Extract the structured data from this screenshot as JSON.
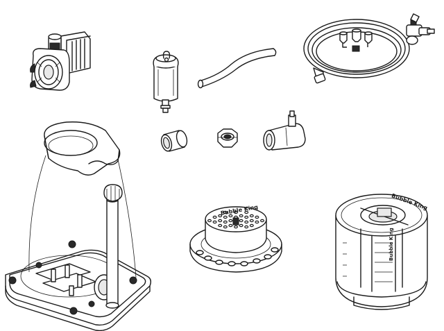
{
  "parts": {
    "reactor_label": "Bubble King",
    "body_label": "Bubble King",
    "side_label": "Bubble King"
  },
  "colors": {
    "line": "#1a1a1a",
    "background": "#ffffff"
  }
}
